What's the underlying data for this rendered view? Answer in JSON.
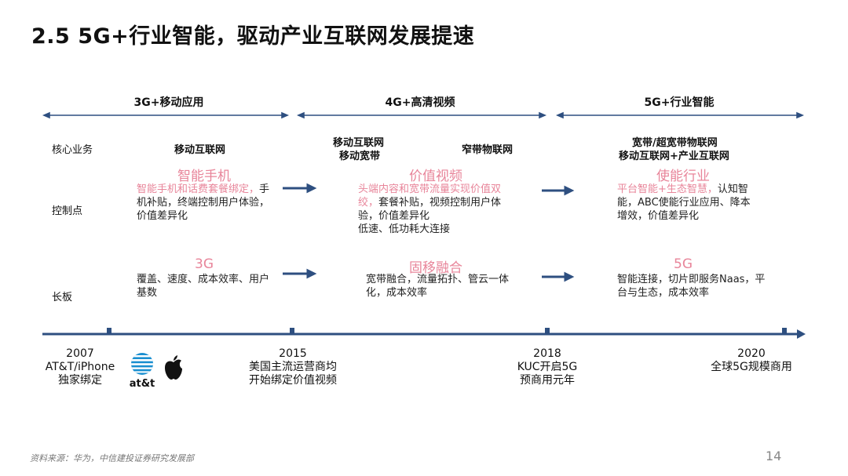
{
  "title": "2.5  5G+行业智能，驱动产业互联网发展提速",
  "phases": [
    "3G+移动应用",
    "4G+高清视频",
    "5G+行业智能"
  ],
  "row_labels": {
    "core": "核心业务",
    "control": "控制点",
    "strength": "长板"
  },
  "core": {
    "p1": "移动互联网",
    "p2a": "移动互联网",
    "p2b": "移动宽带",
    "p2c": "窄带物联网",
    "p3a": "宽带/超宽带物联网",
    "p3b": "移动互联网+产业互联网"
  },
  "control": {
    "p1": {
      "heading": "智能手机",
      "highlight": "智能手机和话费套餐绑定，",
      "rest": "手机补贴，终端控制用户体验，价值差异化"
    },
    "p2": {
      "heading": "价值视频",
      "highlight": "头端内容和宽带流量实现价值双绞，",
      "rest": "套餐补贴，视频控制用户体验，价值差异化",
      "extra": "低速、低功耗大连接"
    },
    "p3": {
      "heading": "使能行业",
      "highlight": "平台智能+生态智慧，",
      "rest": "认知智能，ABC使能行业应用、降本增效，价值差异化"
    }
  },
  "strength": {
    "p1": {
      "heading": "3G",
      "text": "覆盖、速度、成本效率、用户基数"
    },
    "p2": {
      "heading": "固移融合",
      "text": "宽带融合，流量拓扑、管云一体化，成本效率"
    },
    "p3": {
      "heading": "5G",
      "text": "智能连接，切片即服务Naas，平台与生态，成本效率"
    }
  },
  "timeline": [
    {
      "year": "2007",
      "line1": "AT&T/iPhone",
      "line2": "独家绑定"
    },
    {
      "year": "2015",
      "line1": "美国主流运营商均",
      "line2": "开始绑定价值视频"
    },
    {
      "year": "2018",
      "line1": "KUC开启5G",
      "line2": "预商用元年"
    },
    {
      "year": "2020",
      "line1": "全球5G规模商用",
      "line2": ""
    }
  ],
  "logos": {
    "att_text": "at&t",
    "att_icon": "att-globe-icon",
    "apple_icon": "apple-logo-icon"
  },
  "source": "资料来源：华为，中信建投证券研究发展部",
  "page_number": "14",
  "colors": {
    "accent": "#2e4f80",
    "pink": "#e8859a"
  }
}
